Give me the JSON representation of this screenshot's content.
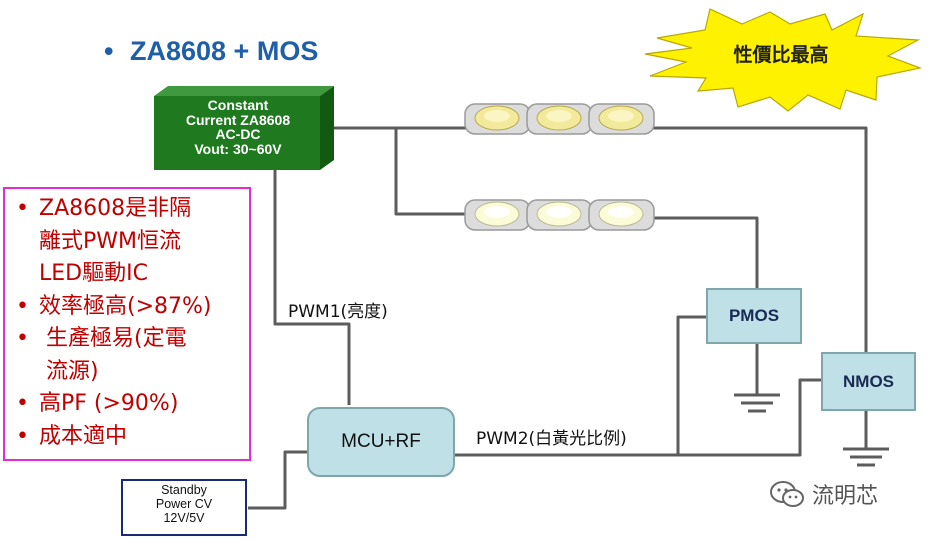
{
  "title": "ZA8608 + MOS",
  "bullet_glyph": "•",
  "burst_text": "性價比最高",
  "driver_box": {
    "lines": [
      "Constant",
      "Current ZA8608",
      "AC-DC",
      "Vout: 30~60V"
    ]
  },
  "features": [
    {
      "lines": [
        "ZA8608是非隔",
        "離式PWM恒流",
        "LED驅動IC"
      ]
    },
    {
      "lines": [
        "效率極高(>87%)"
      ]
    },
    {
      "lines": [
        " 生產極易(定電",
        " 流源)"
      ]
    },
    {
      "lines": [
        "高PF (>90%)"
      ]
    },
    {
      "lines": [
        "成本適中"
      ]
    }
  ],
  "pwm1_label": "PWM1(亮度)",
  "pwm2_label": "PWM2(白黃光比例)",
  "pmos_label": "PMOS",
  "nmos_label": "NMOS",
  "mcu_label": "MCU+RF",
  "standby_lines": [
    "Standby",
    "Power CV",
    "12V/5V"
  ],
  "watermark": "流明芯",
  "colors": {
    "title": "#1f5fa8",
    "feature_text": "#c00000",
    "feature_border": "#e62ad6",
    "driver_box": "#1f7a1f",
    "module_fill": "#bfe0e6",
    "module_border": "#7ea7ad",
    "burst": "#fff200",
    "wire": "#5c5c5c",
    "warm_led": "#f2ea9a",
    "white_led": "#fbfbd8"
  }
}
